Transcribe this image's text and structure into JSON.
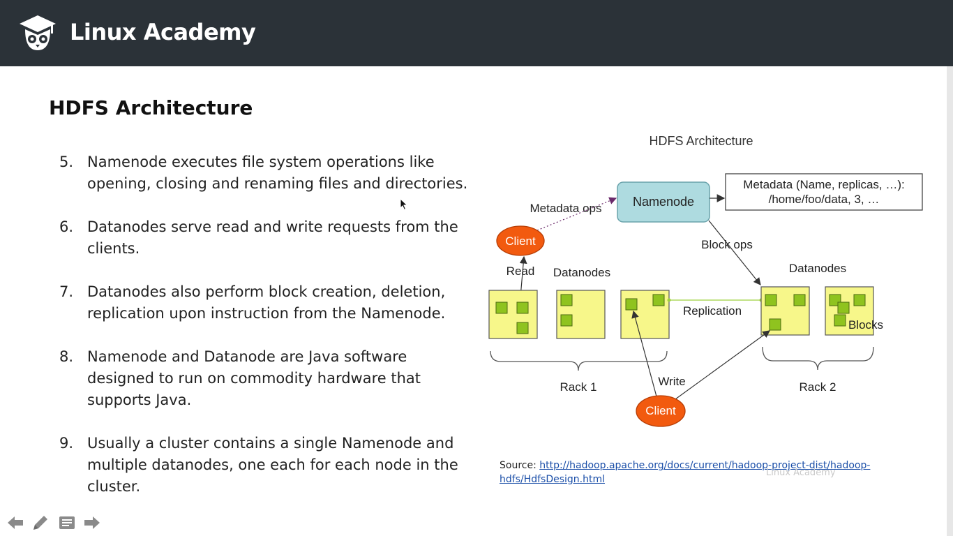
{
  "brand": {
    "name": "Linux Academy"
  },
  "slide": {
    "title": "HDFS Architecture",
    "points": [
      {
        "num": "5.",
        "text": "Namenode executes file system operations like opening, closing and renaming files and directories."
      },
      {
        "num": "6.",
        "text": "Datanodes serve read and write requests from the clients."
      },
      {
        "num": "7.",
        "text": "Datanodes also perform block creation, deletion, replication upon instruction from the Namenode."
      },
      {
        "num": "8.",
        "text": "Namenode and Datanode are Java software designed to run on commodity hardware that supports Java."
      },
      {
        "num": "9.",
        "text": "Usually a cluster contains a single Namenode and multiple datanodes, one each for each node in the cluster."
      }
    ]
  },
  "diagram": {
    "title": "HDFS Architecture",
    "namenode": "Namenode",
    "metadata_line1": "Metadata (Name, replicas, …):",
    "metadata_line2": "/home/foo/data, 3, …",
    "metadata_ops": "Metadata ops",
    "client_top": "Client",
    "client_bottom": "Client",
    "read": "Read",
    "write": "Write",
    "block_ops": "Block ops",
    "datanodes_left": "Datanodes",
    "datanodes_right": "Datanodes",
    "replication": "Replication",
    "blocks": "Blocks",
    "rack1": "Rack 1",
    "rack2": "Rack 2"
  },
  "source": {
    "label": "Source:",
    "url": "http://hadoop.apache.org/docs/current/hadoop-project-dist/hadoop-hdfs/HdfsDesign.html"
  },
  "watermark": "Linux Academy",
  "colors": {
    "topbar": "#2b3238",
    "client": "#f25a0f",
    "namenode": "#aedbe0",
    "datanode": "#f7f78a",
    "block": "#8fc31f"
  },
  "nav": [
    "arrow-left-icon",
    "pen-icon",
    "notes-icon",
    "arrow-right-icon"
  ]
}
